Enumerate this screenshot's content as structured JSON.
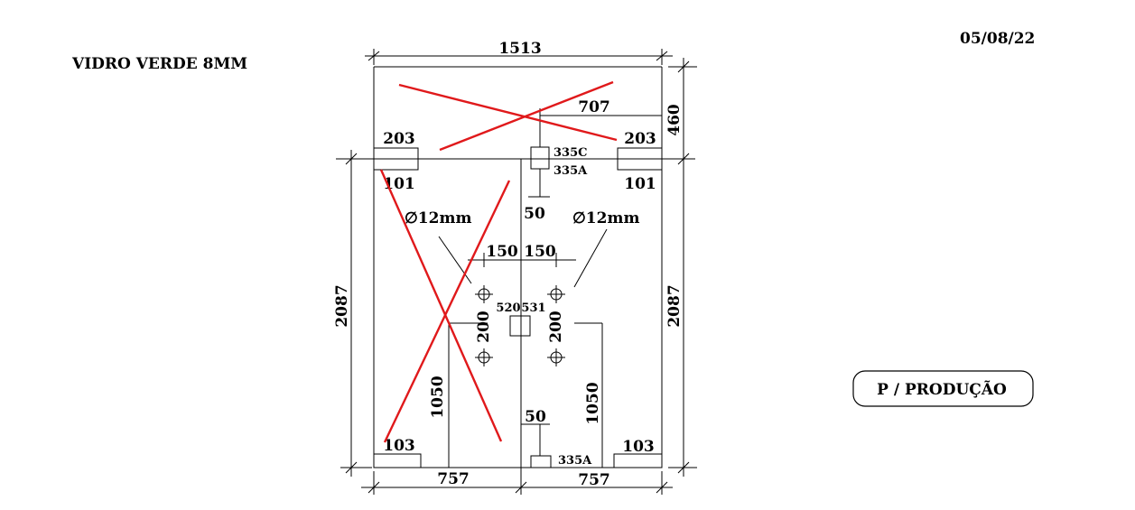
{
  "header": {
    "material": "VIDRO VERDE 8MM",
    "date": "05/08/22",
    "stamp": "P / PRODUÇÃO"
  },
  "dimensions": {
    "overall_width": "1513",
    "top_height": "460",
    "left_height": "2087",
    "right_height": "2087",
    "top_right_width": "707",
    "left_box_top": "203",
    "left_box_bottom": "101",
    "right_box_top": "203",
    "right_box_bottom": "101",
    "center_box_label_c": "335C",
    "center_box_label_a": "335A",
    "upper_offset": "50",
    "hole_diameter_left": "∅12mm",
    "hole_diameter_right": "∅12mm",
    "hole_spacing_left": "150",
    "hole_spacing_right": "150",
    "center_left": "520",
    "center_right": "531",
    "hole_vertical_left": "200",
    "hole_vertical_right": "200",
    "lower_left_height": "1050",
    "lower_right_height": "1050",
    "lower_offset": "50",
    "bottom_center_box": "335A",
    "bottom_left_box": "103",
    "bottom_right_box": "103",
    "bottom_left_width": "757",
    "bottom_right_width": "757"
  },
  "colors": {
    "lines": "#000000",
    "cross_marks": "#e0191b"
  }
}
